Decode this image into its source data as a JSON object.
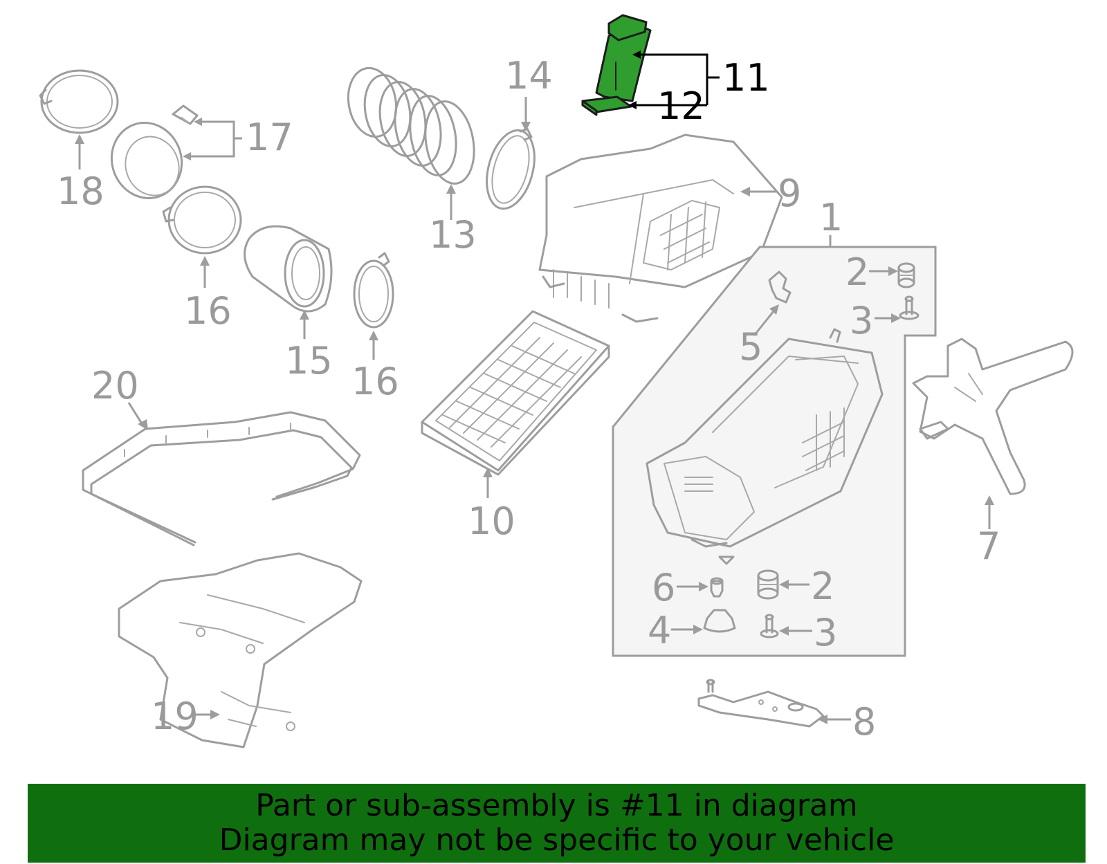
{
  "diagram": {
    "highlight_color": "#2f9e2f",
    "line_color": "#9d9d9d",
    "callouts": {
      "c1": "1",
      "c2a": "2",
      "c2b": "2",
      "c3a": "3",
      "c3b": "3",
      "c4": "4",
      "c5": "5",
      "c6": "6",
      "c7": "7",
      "c8": "8",
      "c9": "9",
      "c10": "10",
      "c11": "11",
      "c12": "12",
      "c13": "13",
      "c14": "14",
      "c15": "15",
      "c16a": "16",
      "c16b": "16",
      "c17": "17",
      "c18": "18",
      "c19": "19",
      "c20": "20"
    }
  },
  "banner": {
    "background": "#0f6f0f",
    "line1": "Part or sub-assembly is #11 in diagram",
    "line2": "Diagram may not be specific to your vehicle"
  }
}
